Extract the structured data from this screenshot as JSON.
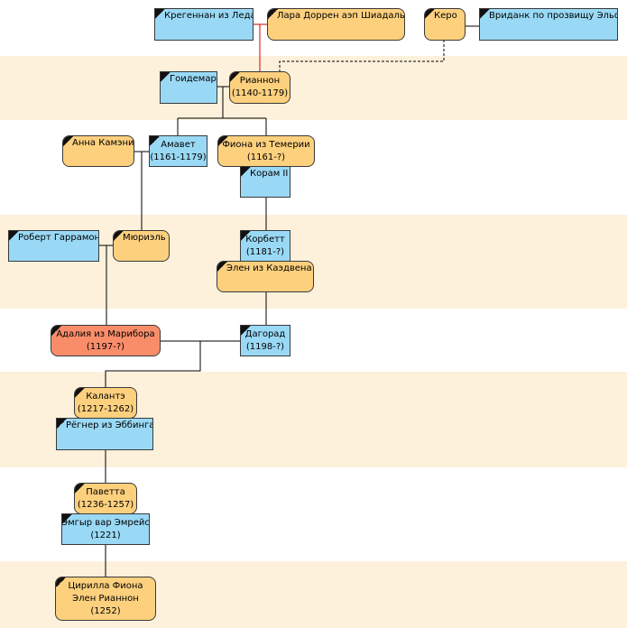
{
  "colors": {
    "male": "#9ad9f5",
    "female": "#fdd07e",
    "highlight": "#f98d6a",
    "band": "#fdf1dc",
    "line": "#000000",
    "marriage_line": "#cc0000"
  },
  "persons": [
    {
      "id": "kregennan",
      "name": "Крегеннан из Леда",
      "years": "",
      "sex": "m"
    },
    {
      "id": "lara",
      "name": "Лара Доррен аэп Шиадаль",
      "years": "",
      "sex": "f"
    },
    {
      "id": "kero",
      "name": "Керо",
      "years": "",
      "sex": "f"
    },
    {
      "id": "vridank",
      "name": "Вриданк по прозвищу Эльф",
      "years": "",
      "sex": "m"
    },
    {
      "id": "goidemar",
      "name": "Гоидемар",
      "years": "",
      "sex": "m"
    },
    {
      "id": "riannon",
      "name": "Рианнон",
      "years": "(1140-1179)",
      "sex": "f"
    },
    {
      "id": "anna",
      "name": "Анна Камэни",
      "years": "",
      "sex": "f"
    },
    {
      "id": "amavet",
      "name": "Амавет",
      "years": "(1161-1179)",
      "sex": "m"
    },
    {
      "id": "fiona",
      "name": "Фиона из Темерии",
      "years": "(1161-?)",
      "sex": "f"
    },
    {
      "id": "koram",
      "name": "Корам II",
      "years": "",
      "sex": "m"
    },
    {
      "id": "robert",
      "name": "Роберт Гаррамон",
      "years": "",
      "sex": "m"
    },
    {
      "id": "muriel",
      "name": "Мюриэль",
      "years": "",
      "sex": "f"
    },
    {
      "id": "korbett",
      "name": "Корбетт",
      "years": "(1181-?)",
      "sex": "m"
    },
    {
      "id": "elen",
      "name": "Элен из Каэдвена",
      "years": "",
      "sex": "f"
    },
    {
      "id": "adalia",
      "name": "Адалия из Марибора",
      "years": "(1197-?)",
      "sex": "h"
    },
    {
      "id": "dagorad",
      "name": "Дагорад",
      "years": "(1198-?)",
      "sex": "m"
    },
    {
      "id": "kalante",
      "name": "Калантэ",
      "years": "(1217-1262)",
      "sex": "f"
    },
    {
      "id": "regner",
      "name": "Рёгнер из Эббинга",
      "years": "",
      "sex": "m"
    },
    {
      "id": "pavetta",
      "name": "Паветта",
      "years": "(1236-1257)",
      "sex": "f"
    },
    {
      "id": "emhyr",
      "name": "Эмгыр вар Эмрейс",
      "years": "(1221)",
      "sex": "m"
    },
    {
      "id": "ciri",
      "name": "Цирилла Фиона Элен Рианнон",
      "years": "(1252)",
      "sex": "f"
    }
  ]
}
